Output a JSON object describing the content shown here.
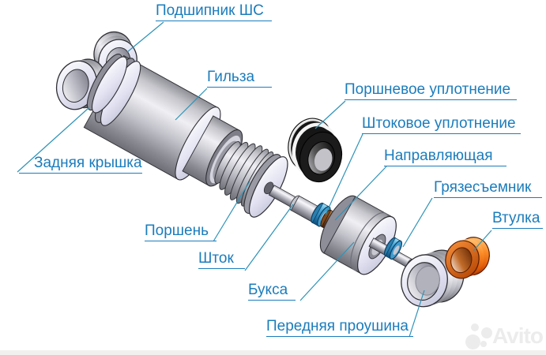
{
  "diagram": {
    "type": "exploded-view technical diagram of a hydraulic cylinder",
    "label_color": "#1b7cbc",
    "leader_color": "#2e93b8",
    "labels": [
      {
        "id": "bearing",
        "text": "Подшипник ШС"
      },
      {
        "id": "barrel",
        "text": "Гильза"
      },
      {
        "id": "piston-seal",
        "text": "Поршневое уплотнение"
      },
      {
        "id": "rod-seal",
        "text": "Штоковое уплотнение"
      },
      {
        "id": "guide",
        "text": "Направляющая"
      },
      {
        "id": "wiper",
        "text": "Грязесъемник"
      },
      {
        "id": "bushing",
        "text": "Втулка"
      },
      {
        "id": "rear-cap",
        "text": "Задняя крышка"
      },
      {
        "id": "piston",
        "text": "Поршень"
      },
      {
        "id": "rod",
        "text": "Шток"
      },
      {
        "id": "gland",
        "text": "Букса"
      },
      {
        "id": "front-eye",
        "text": "Передняя проушина"
      }
    ],
    "part_colors": {
      "metal_light": "#f0f0f4",
      "metal_dark": "#6e6e76",
      "face_lavender": "#e2e2f4",
      "seal_black": "#161616",
      "seal_blue": "#2e86b8",
      "guide_brown": "#8a5226",
      "bushing_orange": "#f97f1f"
    }
  },
  "watermark": {
    "text": "Avito",
    "color": "#ececec"
  }
}
